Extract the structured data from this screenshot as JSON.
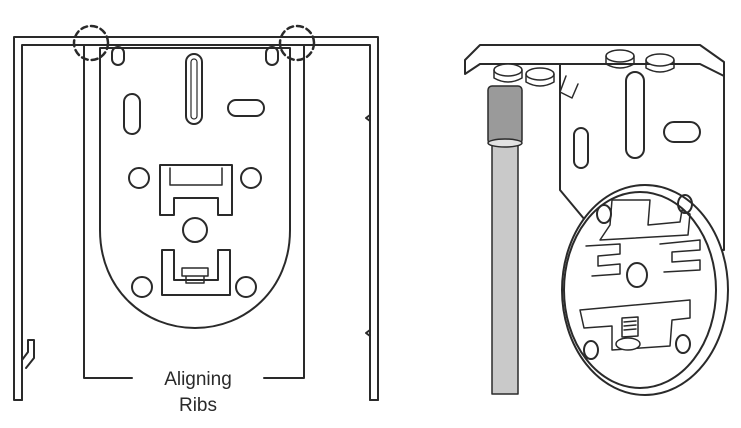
{
  "callout": {
    "line1": "Aligning",
    "line2": "Ribs"
  },
  "colors": {
    "stroke": "#2a2a2a",
    "rod_fill": "#c9c9c9",
    "rod_cap_fill": "#9a9a9a",
    "background": "#ffffff"
  },
  "icons": [
    "mounting-bracket-front-view",
    "mounting-bracket-perspective-view",
    "dashed-circle-marker"
  ]
}
